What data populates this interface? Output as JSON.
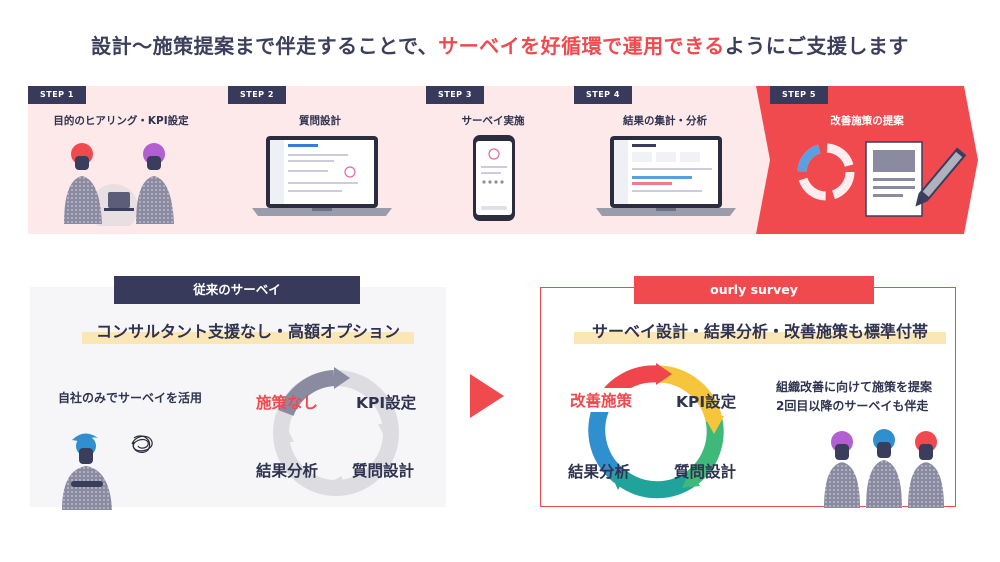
{
  "headline": {
    "before": "設計〜施策提案まで伴走することで、",
    "highlight": "サーベイを好循環で運用できる",
    "after": "ようにご支援します"
  },
  "colors": {
    "navy": "#373a5b",
    "red": "#f04a4f",
    "pink_bg": "#fde9e9",
    "highlight_yellow": "#fbe7b6",
    "cycle_red": "#f0454d",
    "cycle_yellow": "#f6c53b",
    "cycle_green": "#3fb97a",
    "cycle_teal": "#1fa39a",
    "cycle_blue": "#2f8fcf",
    "gray_cycle": "#d9d9de"
  },
  "steps": [
    {
      "tag": "STEP 1",
      "title": "目的のヒアリング・KPI設定",
      "art": "people-meeting"
    },
    {
      "tag": "STEP 2",
      "title": "質問設計",
      "art": "laptop-form"
    },
    {
      "tag": "STEP 3",
      "title": "サーベイ実施",
      "art": "smartphone-survey"
    },
    {
      "tag": "STEP 4",
      "title": "結果の集計・分析",
      "art": "laptop-dashboard"
    },
    {
      "tag": "STEP 5",
      "title": "改善施策の提案",
      "art": "pdca-document"
    }
  ],
  "left": {
    "pill": "従来のサーベイ",
    "subtitle": "コンサルタント支援なし・高額オプション",
    "note": "自社のみでサーベイを活用",
    "cycle": {
      "top_left": "施策なし",
      "top_right": "KPI設定",
      "bottom_left": "結果分析",
      "bottom_right": "質問設計"
    }
  },
  "right": {
    "pill": "ourly survey",
    "subtitle": "サーベイ設計・結果分析・改善施策も標準付帯",
    "note_line1": "組織改善に向けて施策を提案",
    "note_line2": "2回目以降のサーベイも伴走",
    "cycle": {
      "top_left": "改善施策",
      "top_right": "KPI設定",
      "bottom_left": "結果分析",
      "bottom_right": "質問設計"
    }
  }
}
